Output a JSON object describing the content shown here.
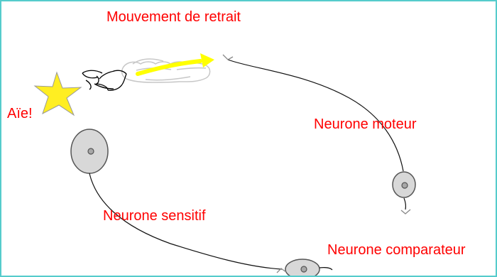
{
  "labels": {
    "movement": "Mouvement de retrait",
    "pain": "Aïe!",
    "motor_neuron": "Neurone moteur",
    "sensory_neuron": "Neurone sensitif",
    "comparator_neuron": "Neurone comparateur"
  },
  "colors": {
    "border": "#55cccc",
    "text": "#ff0000",
    "star_fill": "#ffee22",
    "arrow": "#ffff00",
    "cell_fill": "#d8d8d8",
    "line": "#000000"
  },
  "icons": {
    "star": "star-icon",
    "hand": "hand-icon",
    "arrow": "arrow-icon"
  }
}
